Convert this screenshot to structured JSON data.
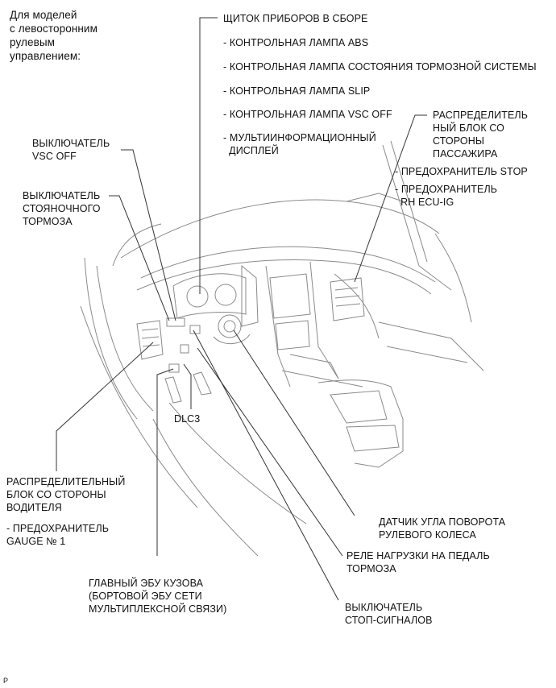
{
  "note": "Для моделей\nс левосторонним\nрулевым\nуправлением:",
  "labels": {
    "combination_meter": "ЩИТОК ПРИБОРОВ В СБОРЕ",
    "abs_lamp": "- КОНТРОЛЬНАЯ ЛАМПА ABS",
    "brake_system_lamp": "- КОНТРОЛЬНАЯ ЛАМПА СОСТОЯНИЯ ТОРМОЗНОЙ СИСТЕМЫ",
    "slip_lamp": "- КОНТРОЛЬНАЯ ЛАМПА SLIP",
    "vsc_off_lamp": "- КОНТРОЛЬНАЯ ЛАМПА VSC OFF",
    "multi_display": "- МУЛЬТИИНФОРМАЦИОННЫЙ\n  ДИСПЛЕЙ",
    "vsc_off_switch": "ВЫКЛЮЧАТЕЛЬ\nVSC OFF",
    "parking_brake_switch": "ВЫКЛЮЧАТЕЛЬ\nСТОЯНОЧНОГО\nТОРМОЗА",
    "passenger_jb": "РАСПРЕДЕЛИТЕЛЬ\nНЫЙ БЛОК СО\nСТОРОНЫ\nПАССАЖИРА",
    "stop_fuse": "- ПРЕДОХРАНИТЕЛЬ STOP",
    "rh_ecu_fuse": "- ПРЕДОХРАНИТЕЛЬ\n  RH ECU-IG",
    "dlc3": "DLC3",
    "driver_jb": "РАСПРЕДЕЛИТЕЛЬНЫЙ\nБЛОК СО СТОРОНЫ\nВОДИТЕЛЯ",
    "gauge_fuse": "- ПРЕДОХРАНИТЕЛЬ\nGAUGE № 1",
    "main_body_ecu": "ГЛАВНЫЙ ЭБУ КУЗОВА\n(БОРТОВОЙ ЭБУ СЕТИ\nМУЛЬТИПЛЕКСНОЙ СВЯЗИ)",
    "steering_sensor": "ДАТЧИК УГЛА ПОВОРОТА\nРУЛЕВОГО КОЛЕСА",
    "brake_relay": "РЕЛЕ НАГРУЗКИ НА ПЕДАЛЬ\nТОРМОЗА",
    "stop_lamp_switch": "ВЫКЛЮЧАТЕЛЬ\nСТОП-СИГНАЛОВ"
  },
  "corner_mark": "P",
  "colors": {
    "ink": "#111111",
    "line": "#333333",
    "sketch": "#8a8a8a"
  }
}
